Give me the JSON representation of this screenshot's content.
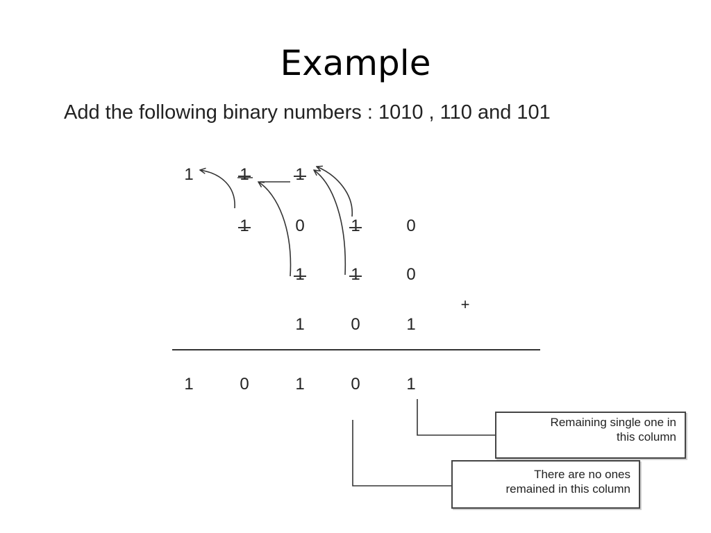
{
  "slide": {
    "title": "Example",
    "problem": "Add the following binary numbers : 1010 , 110 and 101"
  },
  "addition": {
    "carries": [
      "1",
      "1",
      "1"
    ],
    "operands": [
      [
        "1",
        "0",
        "1",
        "0"
      ],
      [
        "1",
        "1",
        "0"
      ],
      [
        "1",
        "0",
        "1"
      ]
    ],
    "operator": "+",
    "result": [
      "1",
      "0",
      "1",
      "0",
      "1"
    ]
  },
  "callouts": {
    "remaining_one": {
      "line1": "Remaining single one in",
      "line2": "this column"
    },
    "no_ones": {
      "line1": "There are no ones",
      "line2": "remained in this column"
    }
  },
  "colors": {
    "text": "#222222",
    "lines": "#333333",
    "background": "#ffffff"
  }
}
